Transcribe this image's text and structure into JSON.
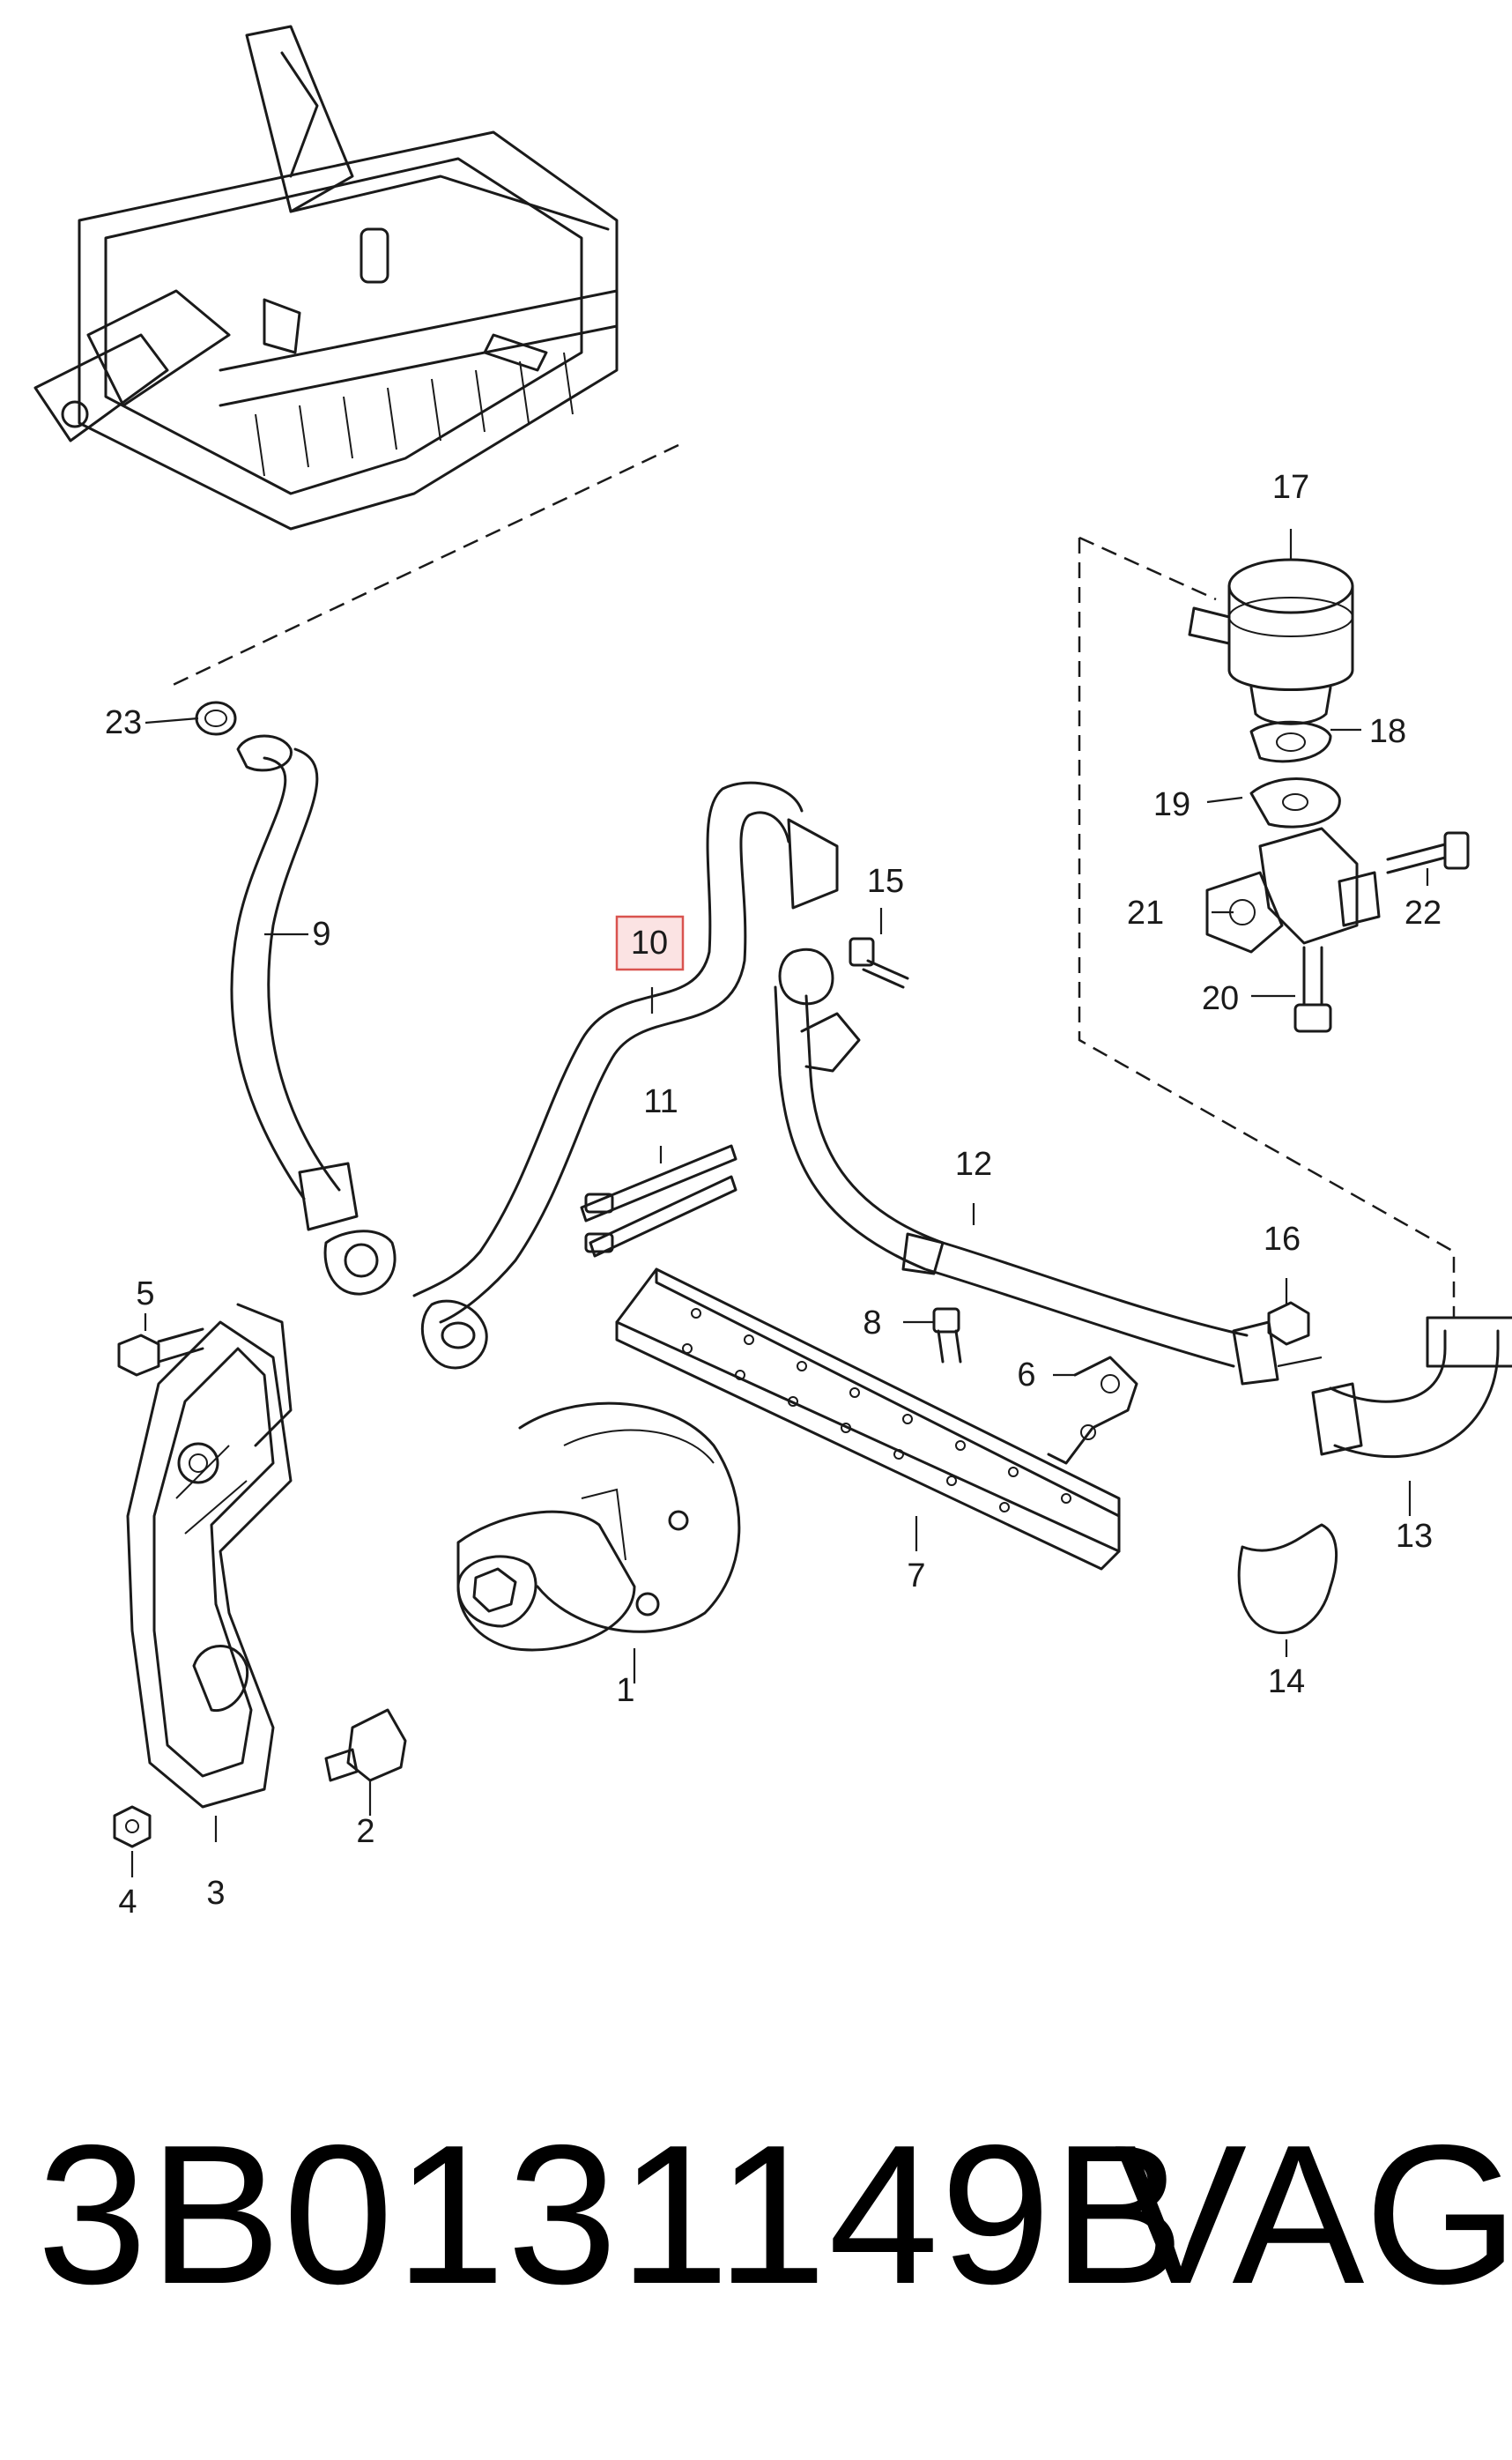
{
  "callouts": {
    "c1": "1",
    "c2": "2",
    "c3": "3",
    "c4": "4",
    "c5": "5",
    "c6": "6",
    "c7": "7",
    "c8": "8",
    "c9": "9",
    "c10": "10",
    "c11": "11",
    "c12": "12",
    "c13": "13",
    "c14": "14",
    "c15": "15",
    "c16": "16",
    "c17": "17",
    "c18": "18",
    "c19": "19",
    "c20": "20",
    "c21": "21",
    "c22": "22",
    "c23": "23"
  },
  "highlighted_callout": "10",
  "footer": {
    "part_number": "3B0131149B",
    "brand": "VAG"
  },
  "colors": {
    "line": "#1a1a1a",
    "highlight_border": "#d9534f",
    "highlight_fill": "#fbe3e3"
  }
}
